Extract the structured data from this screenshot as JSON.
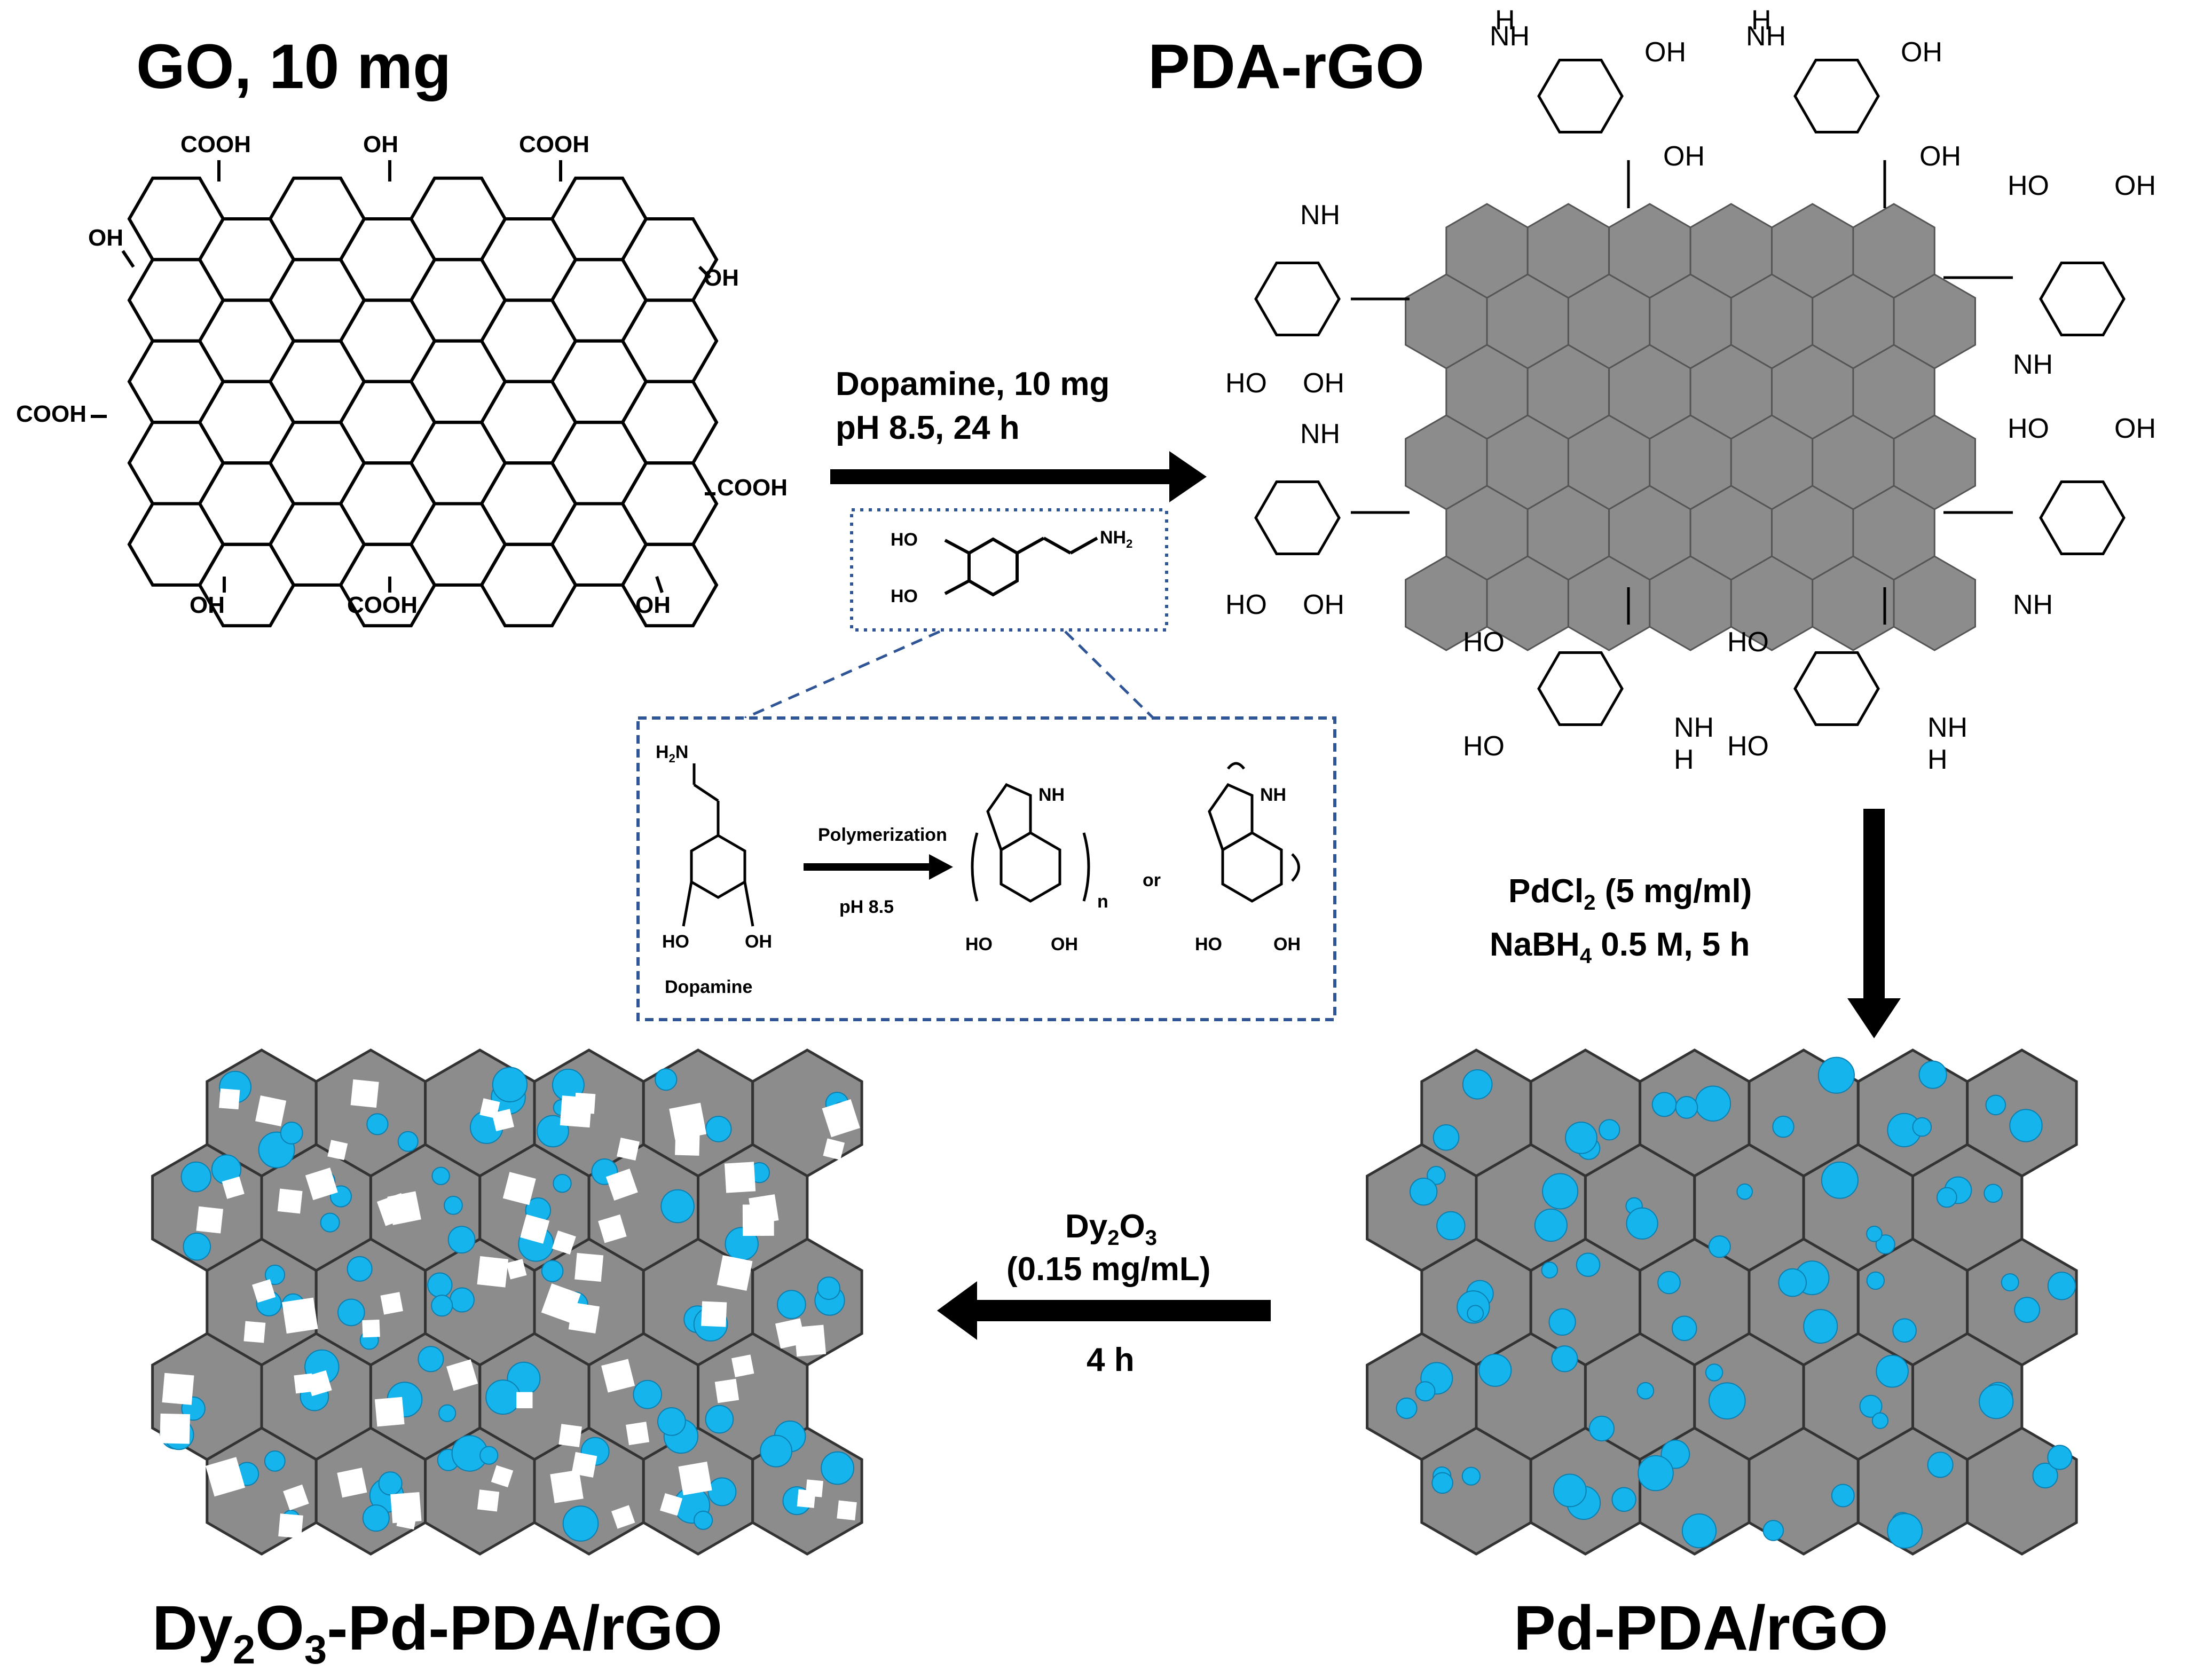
{
  "figure": {
    "go_title": "GO, 10 mg",
    "pdarGO_title": "PDA-rGO",
    "pdprGO_title": "Pd-PDA/rGO",
    "dy_title_parts": {
      "a": "Dy",
      "b": "2",
      "c": "O",
      "d": "3",
      "e": "-Pd-PDA/rGO"
    },
    "step1": {
      "line1": "Dopamine, 10 mg",
      "line2": "pH 8.5, 24 h"
    },
    "step2": {
      "pd_a": "PdCl",
      "pd_sub": "2",
      "pd_b": " (5 mg/ml)",
      "na_a": "NaBH",
      "na_sub": "4",
      "na_b": " 0.5 M, 5 h"
    },
    "step3": {
      "dy_a": "Dy",
      "dy_sub1": "2",
      "dy_b": "O",
      "dy_sub2": "3",
      "conc": "(0.15 mg/mL)",
      "time": "4 h"
    },
    "go_groups": {
      "cooh": "COOH",
      "oh": "OH"
    },
    "inset": {
      "polymerization": "Polymerization",
      "ph": "pH 8.5",
      "dopamine": "Dopamine",
      "or": "or",
      "n": "n",
      "nh": "NH",
      "ho": "HO",
      "oh": "OH",
      "h2n": "H",
      "h2n_sub": "2",
      "h2n_n": "N"
    },
    "mini": {
      "ho": "HO",
      "nh2": "NH",
      "nh2_sub": "2"
    },
    "pda": {
      "nh": "NH",
      "h": "H",
      "n": "N",
      "hn": "HN",
      "oh": "OH",
      "ho": "HO"
    }
  },
  "colors": {
    "sheet_gray": "#8c8c8c",
    "pd_blue": "#16b4ec",
    "dy_white": "#ffffff",
    "inset_border": "#2f5597"
  }
}
